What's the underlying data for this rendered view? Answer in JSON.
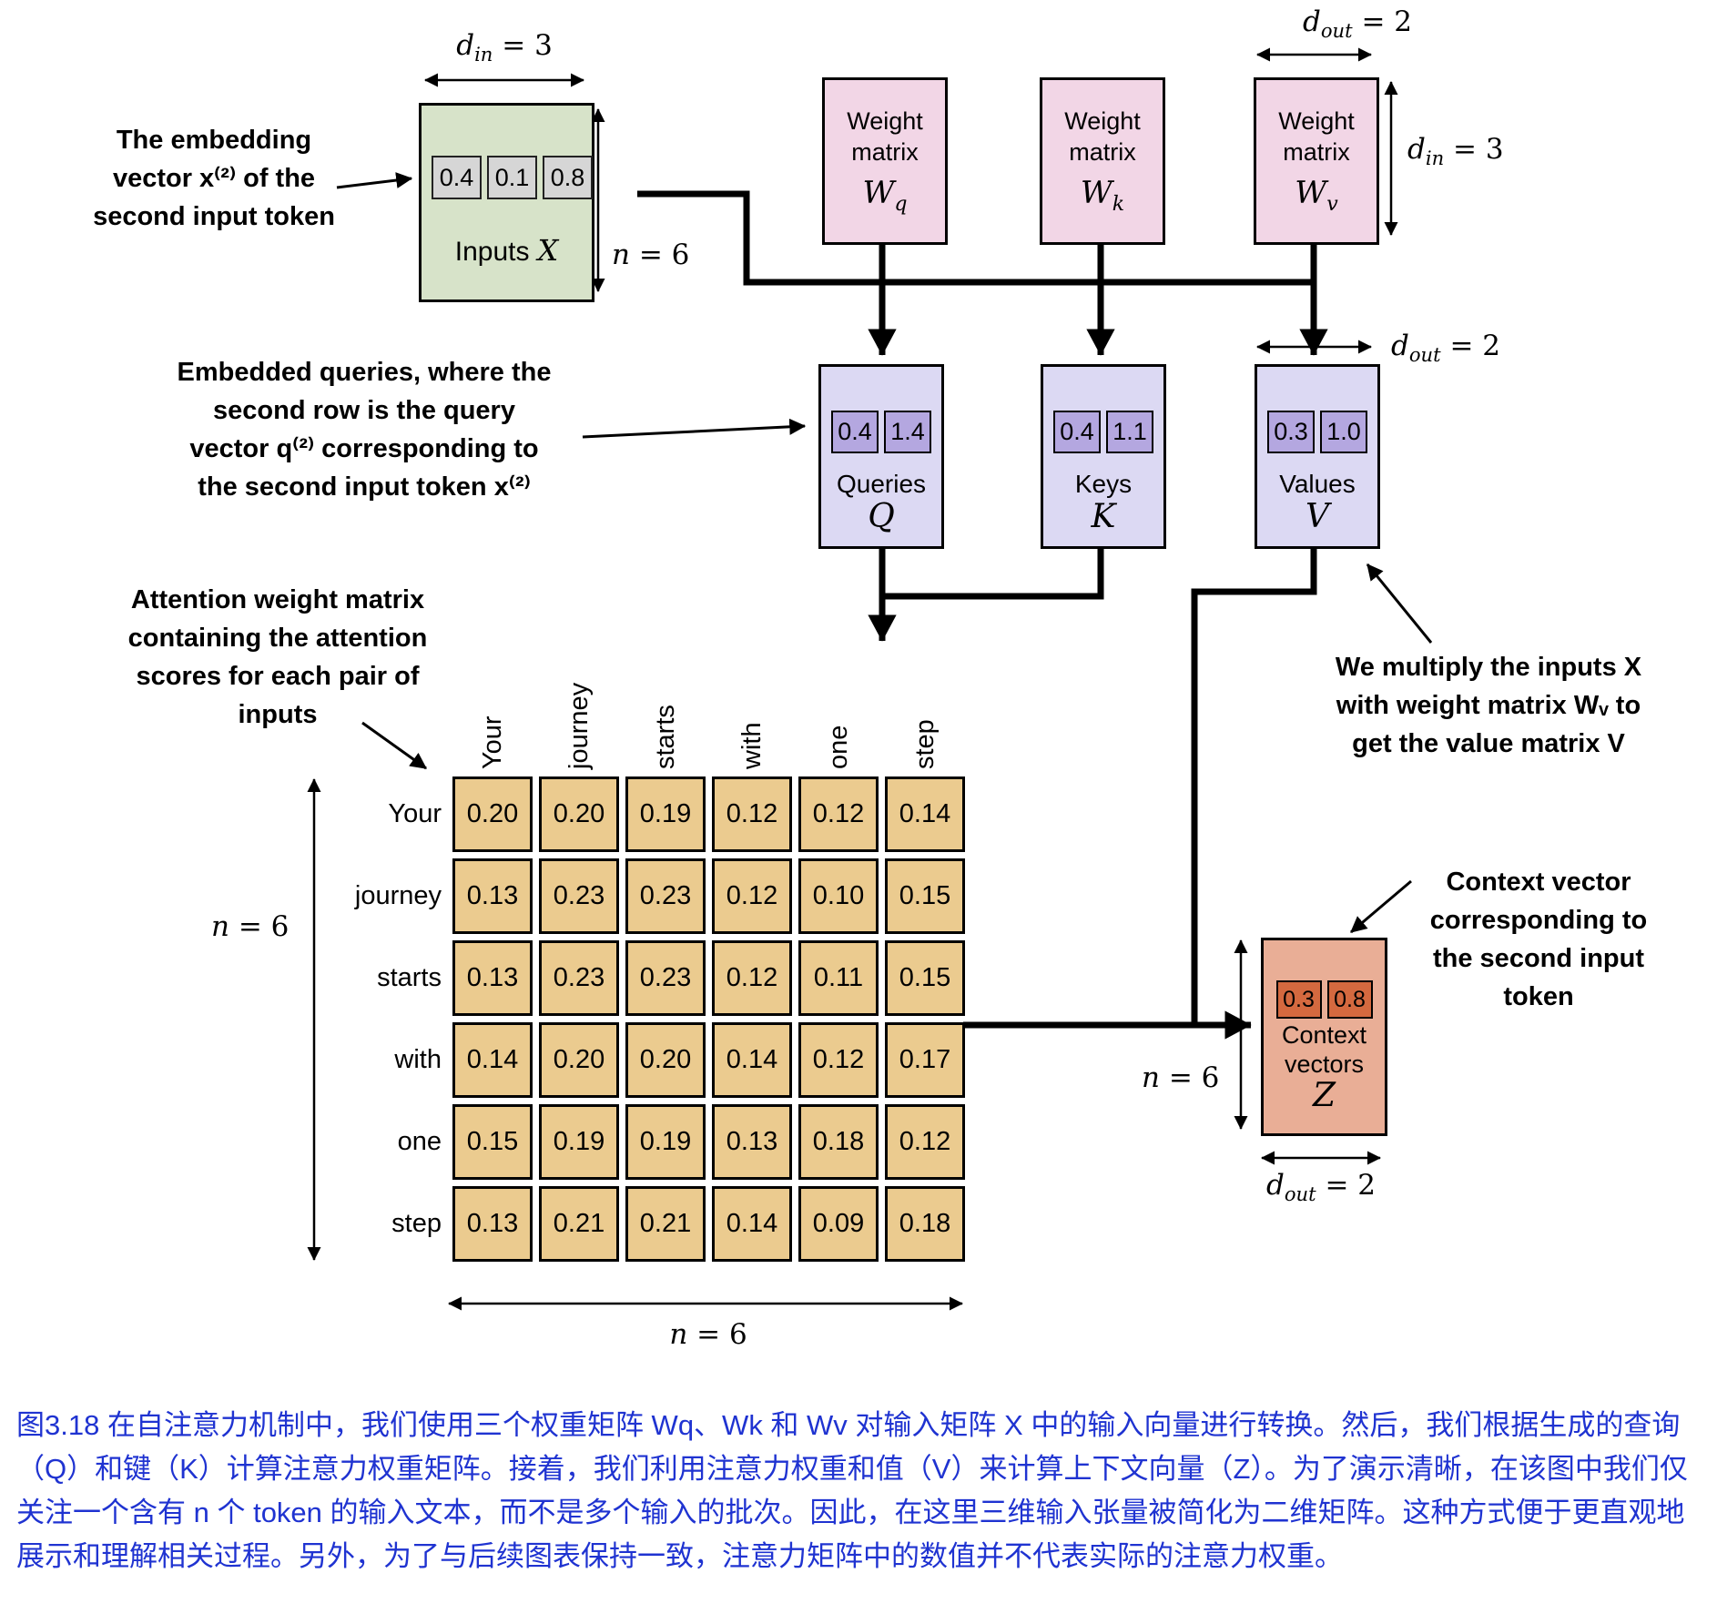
{
  "colors": {
    "inputs_box": "#d7e3c9",
    "input_cell": "#d6d6d6",
    "weight_box": "#f2d6e6",
    "qkv_box": "#dcd9f3",
    "qkv_cell": "#b4a7e0",
    "attention_cell": "#ebcb8f",
    "context_box": "#e9ae96",
    "context_cell": "#d4693f",
    "caption_text": "#1f33d1",
    "arrow": "#000000"
  },
  "math": {
    "din3": {
      "base": "d",
      "sub": "in",
      "rest": " = 3"
    },
    "dout2": {
      "base": "d",
      "sub": "out",
      "rest": " = 2"
    },
    "n6": {
      "base": "n",
      "sub": "",
      "rest": " = 6"
    }
  },
  "inputs": {
    "cells": [
      "0.4",
      "0.1",
      "0.8"
    ],
    "label": "Inputs",
    "symbol": "X"
  },
  "weights": [
    {
      "label": "Weight\nmatrix",
      "sym_base": "W",
      "sym_sub": "q"
    },
    {
      "label": "Weight\nmatrix",
      "sym_base": "W",
      "sym_sub": "k"
    },
    {
      "label": "Weight\nmatrix",
      "sym_base": "W",
      "sym_sub": "v"
    }
  ],
  "qkv": [
    {
      "cells": [
        "0.4",
        "1.4"
      ],
      "label": "Queries",
      "symbol": "Q"
    },
    {
      "cells": [
        "0.4",
        "1.1"
      ],
      "label": "Keys",
      "symbol": "K"
    },
    {
      "cells": [
        "0.3",
        "1.0"
      ],
      "label": "Values",
      "symbol": "V"
    }
  ],
  "attention": {
    "col_headers": [
      "Your",
      "journey",
      "starts",
      "with",
      "one",
      "step"
    ],
    "row_headers": [
      "Your",
      "journey",
      "starts",
      "with",
      "one",
      "step"
    ],
    "rows": [
      [
        "0.20",
        "0.20",
        "0.19",
        "0.12",
        "0.12",
        "0.14"
      ],
      [
        "0.13",
        "0.23",
        "0.23",
        "0.12",
        "0.10",
        "0.15"
      ],
      [
        "0.13",
        "0.23",
        "0.23",
        "0.12",
        "0.11",
        "0.15"
      ],
      [
        "0.14",
        "0.20",
        "0.20",
        "0.14",
        "0.12",
        "0.17"
      ],
      [
        "0.15",
        "0.19",
        "0.19",
        "0.13",
        "0.18",
        "0.12"
      ],
      [
        "0.13",
        "0.21",
        "0.21",
        "0.14",
        "0.09",
        "0.18"
      ]
    ]
  },
  "context": {
    "cells": [
      "0.3",
      "0.8"
    ],
    "label": "Context\nvectors",
    "symbol": "Z"
  },
  "annotations": {
    "embedding": "The embedding\nvector x⁽²⁾ of the\nsecond input token",
    "queries": "Embedded queries, where the\nsecond row is the query\nvector q⁽²⁾ corresponding to\nthe second input token x⁽²⁾",
    "attention": "Attention weight matrix\ncontaining the attention\nscores for each pair of\ninputs",
    "values": "We multiply the inputs X\nwith weight matrix Wᵥ to\nget the value matrix V",
    "context": "Context vector\ncorresponding to\nthe second input\ntoken"
  },
  "caption": "图3.18 在自注意力机制中，我们使用三个权重矩阵 Wq、Wk 和 Wv 对输入矩阵 X 中的输入向量进行转换。然后，我们根据生成的查询（Q）和键（K）计算注意力权重矩阵。接着，我们利用注意力权重和值（V）来计算上下文向量（Z）。为了演示清晰，在该图中我们仅关注一个含有 n 个 token 的输入文本，而不是多个输入的批次。因此，在这里三维输入张量被简化为二维矩阵。这种方式便于更直观地展示和理解相关过程。另外，为了与后续图表保持一致，注意力矩阵中的数值并不代表实际的注意力权重。"
}
